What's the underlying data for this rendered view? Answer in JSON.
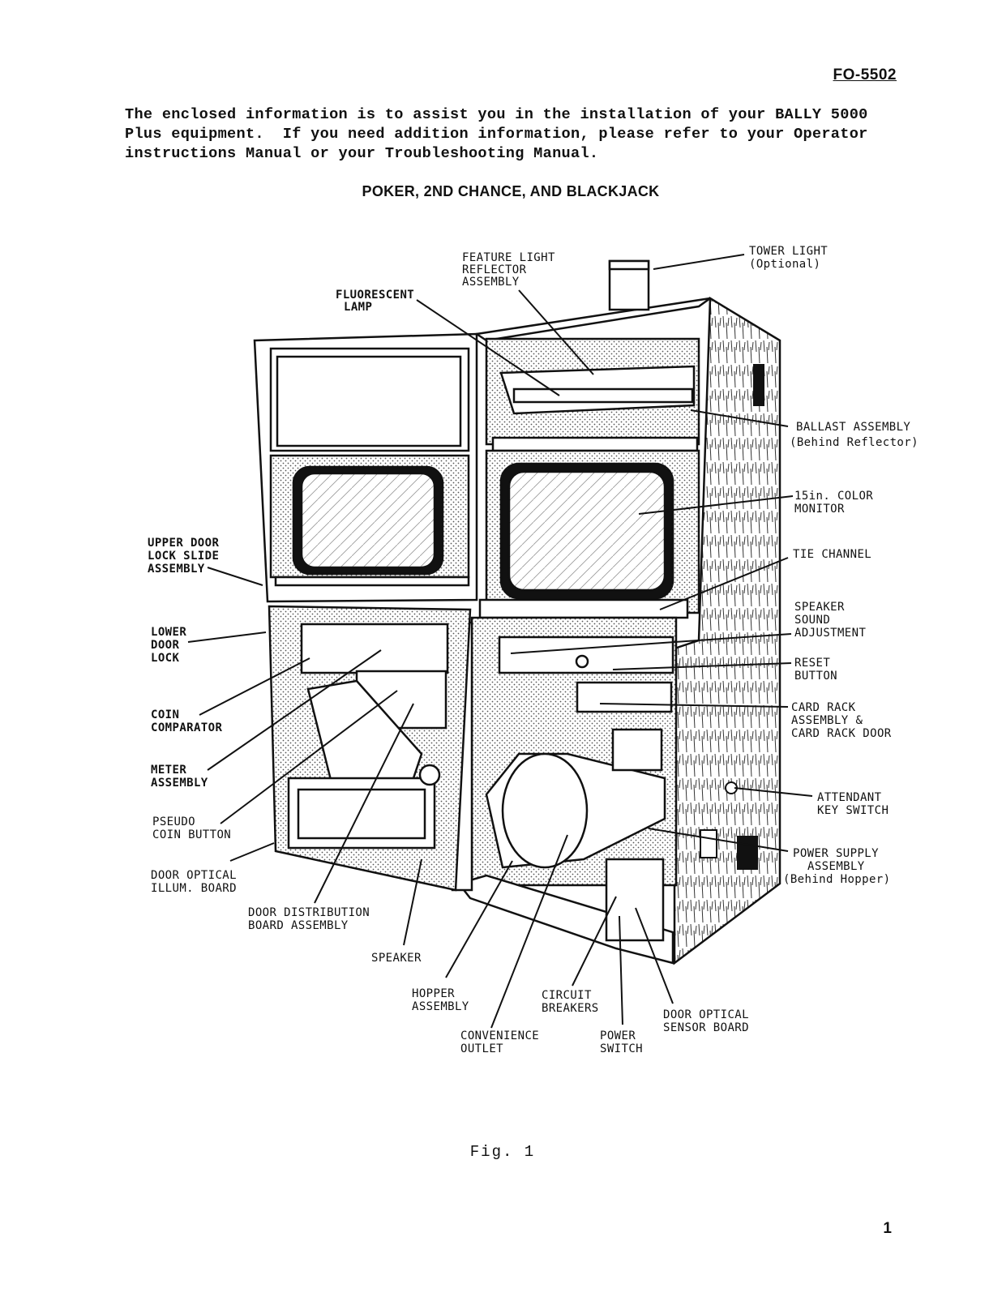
{
  "doc_number": "FO-5502",
  "intro_lines": [
    "The enclosed information is to assist you in the installation of your BALLY 5000",
    "Plus equipment.  If you need addition information, please refer to your Operator",
    "instructions Manual or your Troubleshooting Manual."
  ],
  "heading": "POKER, 2ND CHANCE, AND BLACKJACK",
  "labels": {
    "tower_light": [
      "TOWER LIGHT",
      "(Optional)"
    ],
    "feature_light": [
      "FEATURE LIGHT",
      "REFLECTOR",
      "ASSEMBLY"
    ],
    "fluorescent": [
      "FLUORESCENT",
      "LAMP"
    ],
    "ballast": [
      "BALLAST ASSEMBLY",
      "(Behind Reflector)"
    ],
    "monitor": [
      "15in. COLOR",
      "MONITOR"
    ],
    "upper_door": [
      "UPPER DOOR",
      "LOCK SLIDE",
      "ASSEMBLY"
    ],
    "tie_channel": [
      "TIE CHANNEL"
    ],
    "speaker_sound": [
      "SPEAKER",
      "SOUND",
      "ADJUSTMENT"
    ],
    "lower_door": [
      "LOWER",
      "DOOR",
      "LOCK"
    ],
    "reset": [
      "RESET",
      "BUTTON"
    ],
    "card_rack": [
      "CARD RACK",
      "ASSEMBLY &",
      "CARD RACK DOOR"
    ],
    "coin_comp": [
      "COIN",
      "COMPARATOR"
    ],
    "meter": [
      "METER",
      "ASSEMBLY"
    ],
    "attendant": [
      "ATTENDANT",
      "KEY SWITCH"
    ],
    "pseudo": [
      "PSEUDO",
      "COIN BUTTON"
    ],
    "power_supply": [
      "POWER SUPPLY",
      "ASSEMBLY",
      "(Behind Hopper)"
    ],
    "door_opt_illum": [
      "DOOR OPTICAL",
      "ILLUM. BOARD"
    ],
    "door_dist": [
      "DOOR DISTRIBUTION",
      "BOARD ASSEMBLY"
    ],
    "speaker": [
      "SPEAKER"
    ],
    "hopper": [
      "HOPPER",
      "ASSEMBLY"
    ],
    "circuit": [
      "CIRCUIT",
      "BREAKERS"
    ],
    "door_opt_sensor": [
      "DOOR OPTICAL",
      "SENSOR BOARD"
    ],
    "convenience": [
      "CONVENIENCE",
      "OUTLET"
    ],
    "power_switch": [
      "POWER",
      "SWITCH"
    ]
  },
  "figure_caption": "Fig. 1",
  "page_number": "1"
}
